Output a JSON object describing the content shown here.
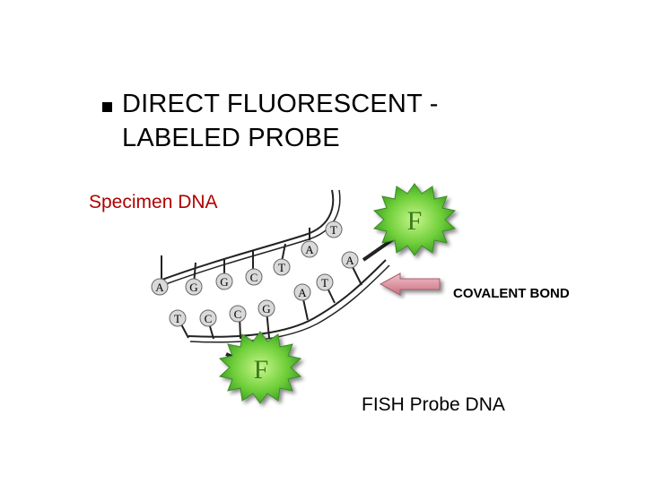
{
  "slide": {
    "bullet_text_line1": "DIRECT FLUORESCENT -",
    "bullet_text_line2": "LABELED PROBE",
    "specimen_label": "Specimen DNA",
    "covalent_label": "COVALENT BOND",
    "probe_label": "FISH Probe DNA"
  },
  "diagram": {
    "fluorophore_letter": "F",
    "specimen_bases": [
      "A",
      "T",
      "G",
      "C",
      "G",
      "C",
      "C",
      "G",
      "T",
      "A",
      "A",
      "T"
    ],
    "probe_bases": [
      "A",
      "T"
    ],
    "colors": {
      "fluorophore_green": "#4caf2a",
      "fluorophore_light": "#b7f07a",
      "arrow_pink": "#d98a9a",
      "specimen_text": "#b00000",
      "base_fill": "#d9d9d9"
    },
    "icons": {
      "bullet": "square-bullet-icon",
      "fluorophore": "starburst-icon",
      "arrow": "left-arrow-icon"
    }
  }
}
